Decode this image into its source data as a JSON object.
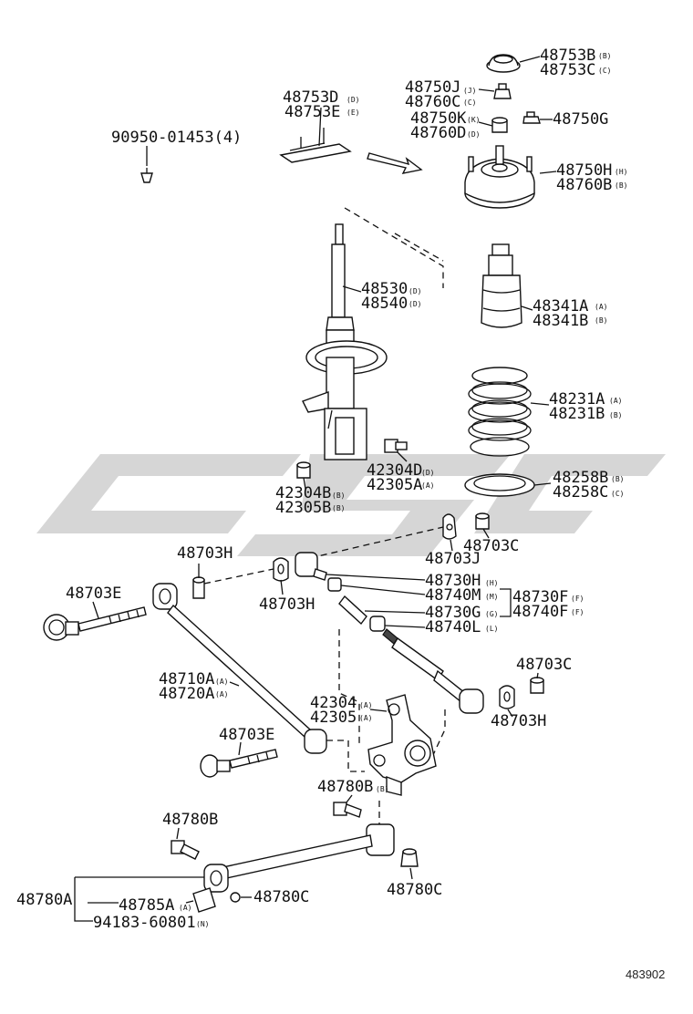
{
  "diagram": {
    "reference_number": "483902",
    "watermark_text": "cjs",
    "labels": {
      "p48753B": "48753B",
      "p48753C": "48753C",
      "p48750J": "48750J",
      "p48760C": "48760C",
      "p48753D": "48753D",
      "p48753E": "48753E",
      "p48750K": "48750K",
      "p48760D": "48760D",
      "p48750G": "48750G",
      "p90950": "90950-01453(4)",
      "p48750H": "48750H",
      "p48760B": "48760B",
      "p48530": "48530",
      "p48540": "48540",
      "p48341A": "48341A",
      "p48341B": "48341B",
      "p48231A": "48231A",
      "p48231B": "48231B",
      "p42304D": "42304D",
      "p42305A": "42305A",
      "p42304B": "42304B",
      "p42305B": "42305B",
      "p48258B": "48258B",
      "p48258C": "48258C",
      "p48703C_top": "48703C",
      "p48703J": "48703J",
      "p48703H_left": "48703H",
      "p48703H_mid": "48703H",
      "p48730H": "48730H",
      "p48740M": "48740M",
      "p48730F": "48730F",
      "p48740F": "48740F",
      "p48730G": "48730G",
      "p48740L": "48740L",
      "p48703E_top": "48703E",
      "p48703C_right": "48703C",
      "p48703H_right": "48703H",
      "p48710A": "48710A",
      "p48720A": "48720A",
      "p42304": "42304",
      "p42305": "42305",
      "p48703E_bot": "48703E",
      "p48780B_mid": "48780B",
      "p48780B_left": "48780B",
      "p48780A": "48780A",
      "p48785A": "48785A",
      "p48780C_mid": "48780C",
      "p48780C_right": "48780C",
      "p94183": "94183-60801"
    },
    "code_marks": {
      "m48753B": "(B)",
      "m48753C": "(C)",
      "m48750J": "(J)",
      "m48760C": "(C)",
      "m48753D": "(D)",
      "m48753E": "(E)",
      "m48750K": "(K)",
      "m48760D": "(D)",
      "m48750H": "(H)",
      "m48760B": "(B)",
      "m48530": "(D)",
      "m48540": "(D)",
      "m48341A": "(A)",
      "m48341B": "(B)",
      "m48231A": "(A)",
      "m48231B": "(B)",
      "m42304D": "(D)",
      "m42305A": "(A)",
      "m42304B": "(B)",
      "m42305B": "(B)",
      "m48258B": "(B)",
      "m48258C": "(C)",
      "m48730H": "(H)",
      "m48740M": "(M)",
      "m48730F": "(F)",
      "m48740F": "(F)",
      "m48730G": "(G)",
      "m48740L": "(L)",
      "m48710A": "(A)",
      "m48720A": "(A)",
      "m42304": "(A)",
      "m42305": "(A)",
      "m48780B_mid": "(B)",
      "m48785A": "(A)",
      "m94183": "(N)"
    }
  }
}
